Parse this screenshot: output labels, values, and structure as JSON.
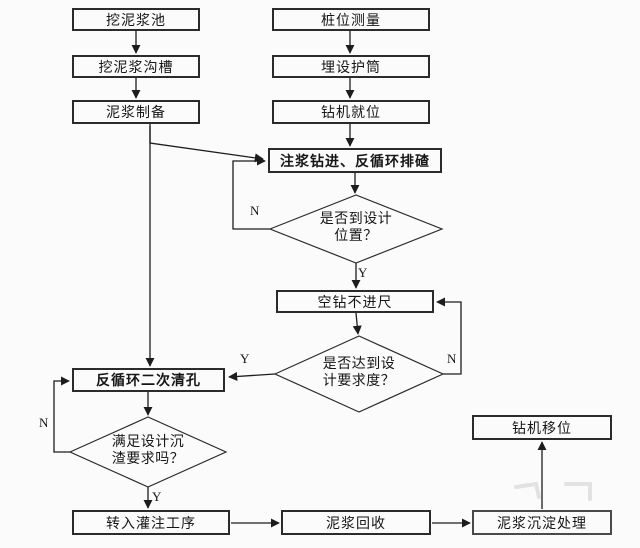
{
  "flowchart": {
    "boxes": {
      "dig_mud_pool": "挖泥浆池",
      "dig_mud_trench": "挖泥浆沟槽",
      "mud_preparation": "泥浆制备",
      "pile_position_survey": "桩位测量",
      "install_casing": "埋设护筒",
      "drill_rig_in_place": "钻机就位",
      "grout_drilling_reverse_circulation": "注浆钻进、反循环排碴",
      "idle_drilling_no_advance": "空钻不进尺",
      "reverse_circulation_second_cleaning": "反循环二次清孔",
      "transfer_to_pouring": "转入灌注工序",
      "mud_recovery": "泥浆回收",
      "mud_sedimentation_treatment": "泥浆沉淀处理",
      "drill_rig_relocation": "钻机移位"
    },
    "decisions": {
      "reach_design_position": "是否到设计位置？",
      "meet_design_requirement": "是否达到设计要求度？",
      "sediment_requirement_met": "满足设计沉渣要求吗？"
    },
    "branch_labels": {
      "yes": "Y",
      "no": "N"
    }
  }
}
